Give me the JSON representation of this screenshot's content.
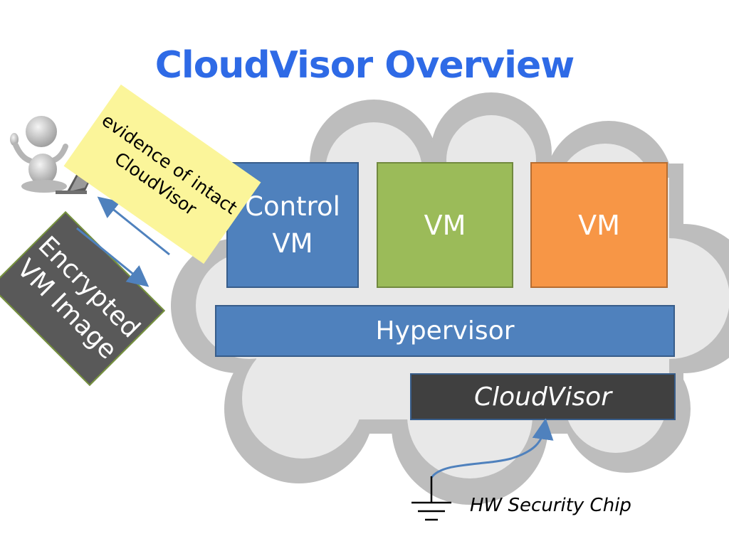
{
  "title": "CloudVisor Overview",
  "boxes": {
    "control_vm": [
      "Control",
      "VM"
    ],
    "vm_1": "VM",
    "vm_2": "VM",
    "hypervisor": "Hypervisor",
    "cloudvisor": "CloudVisor"
  },
  "hw_security_chip": "HW Security Chip",
  "note": [
    "evidence of intact",
    "CloudVisor"
  ],
  "encrypted_image": [
    "Encrypted",
    "VM Image"
  ],
  "icons": {
    "user": "person-with-laptop-icon",
    "ground": "ground-symbol-icon"
  },
  "colors": {
    "title": "#2e6ae6",
    "control_vm": "#4f81bd",
    "vm_1": "#9bbb59",
    "vm_2": "#f79646",
    "hypervisor": "#4f81bd",
    "cloudvisor": "#404040",
    "note": "#fbf59a",
    "encrypted_image": "#595959",
    "arrows": "#4f81bd"
  }
}
